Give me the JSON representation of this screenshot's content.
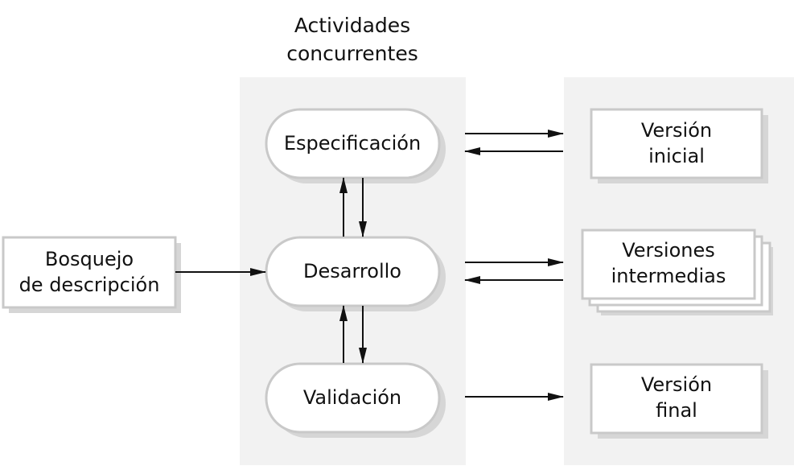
{
  "title": {
    "line1": "Actividades",
    "line2": "concurrentes"
  },
  "input_box": {
    "line1": "Bosquejo",
    "line2": "de descripción"
  },
  "activities": {
    "specification": "Especificación",
    "development": "Desarrollo",
    "validation": "Validación"
  },
  "versions": {
    "initial": {
      "line1": "Versión",
      "line2": "inicial"
    },
    "intermediate": {
      "line1": "Versiones",
      "line2": "intermedias"
    },
    "final": {
      "line1": "Versión",
      "line2": "final"
    }
  },
  "colors": {
    "panel": "#f2f2f2",
    "box_border": "#c9c9c9",
    "shadow": "#d6d6d6",
    "arrow": "#111111"
  }
}
